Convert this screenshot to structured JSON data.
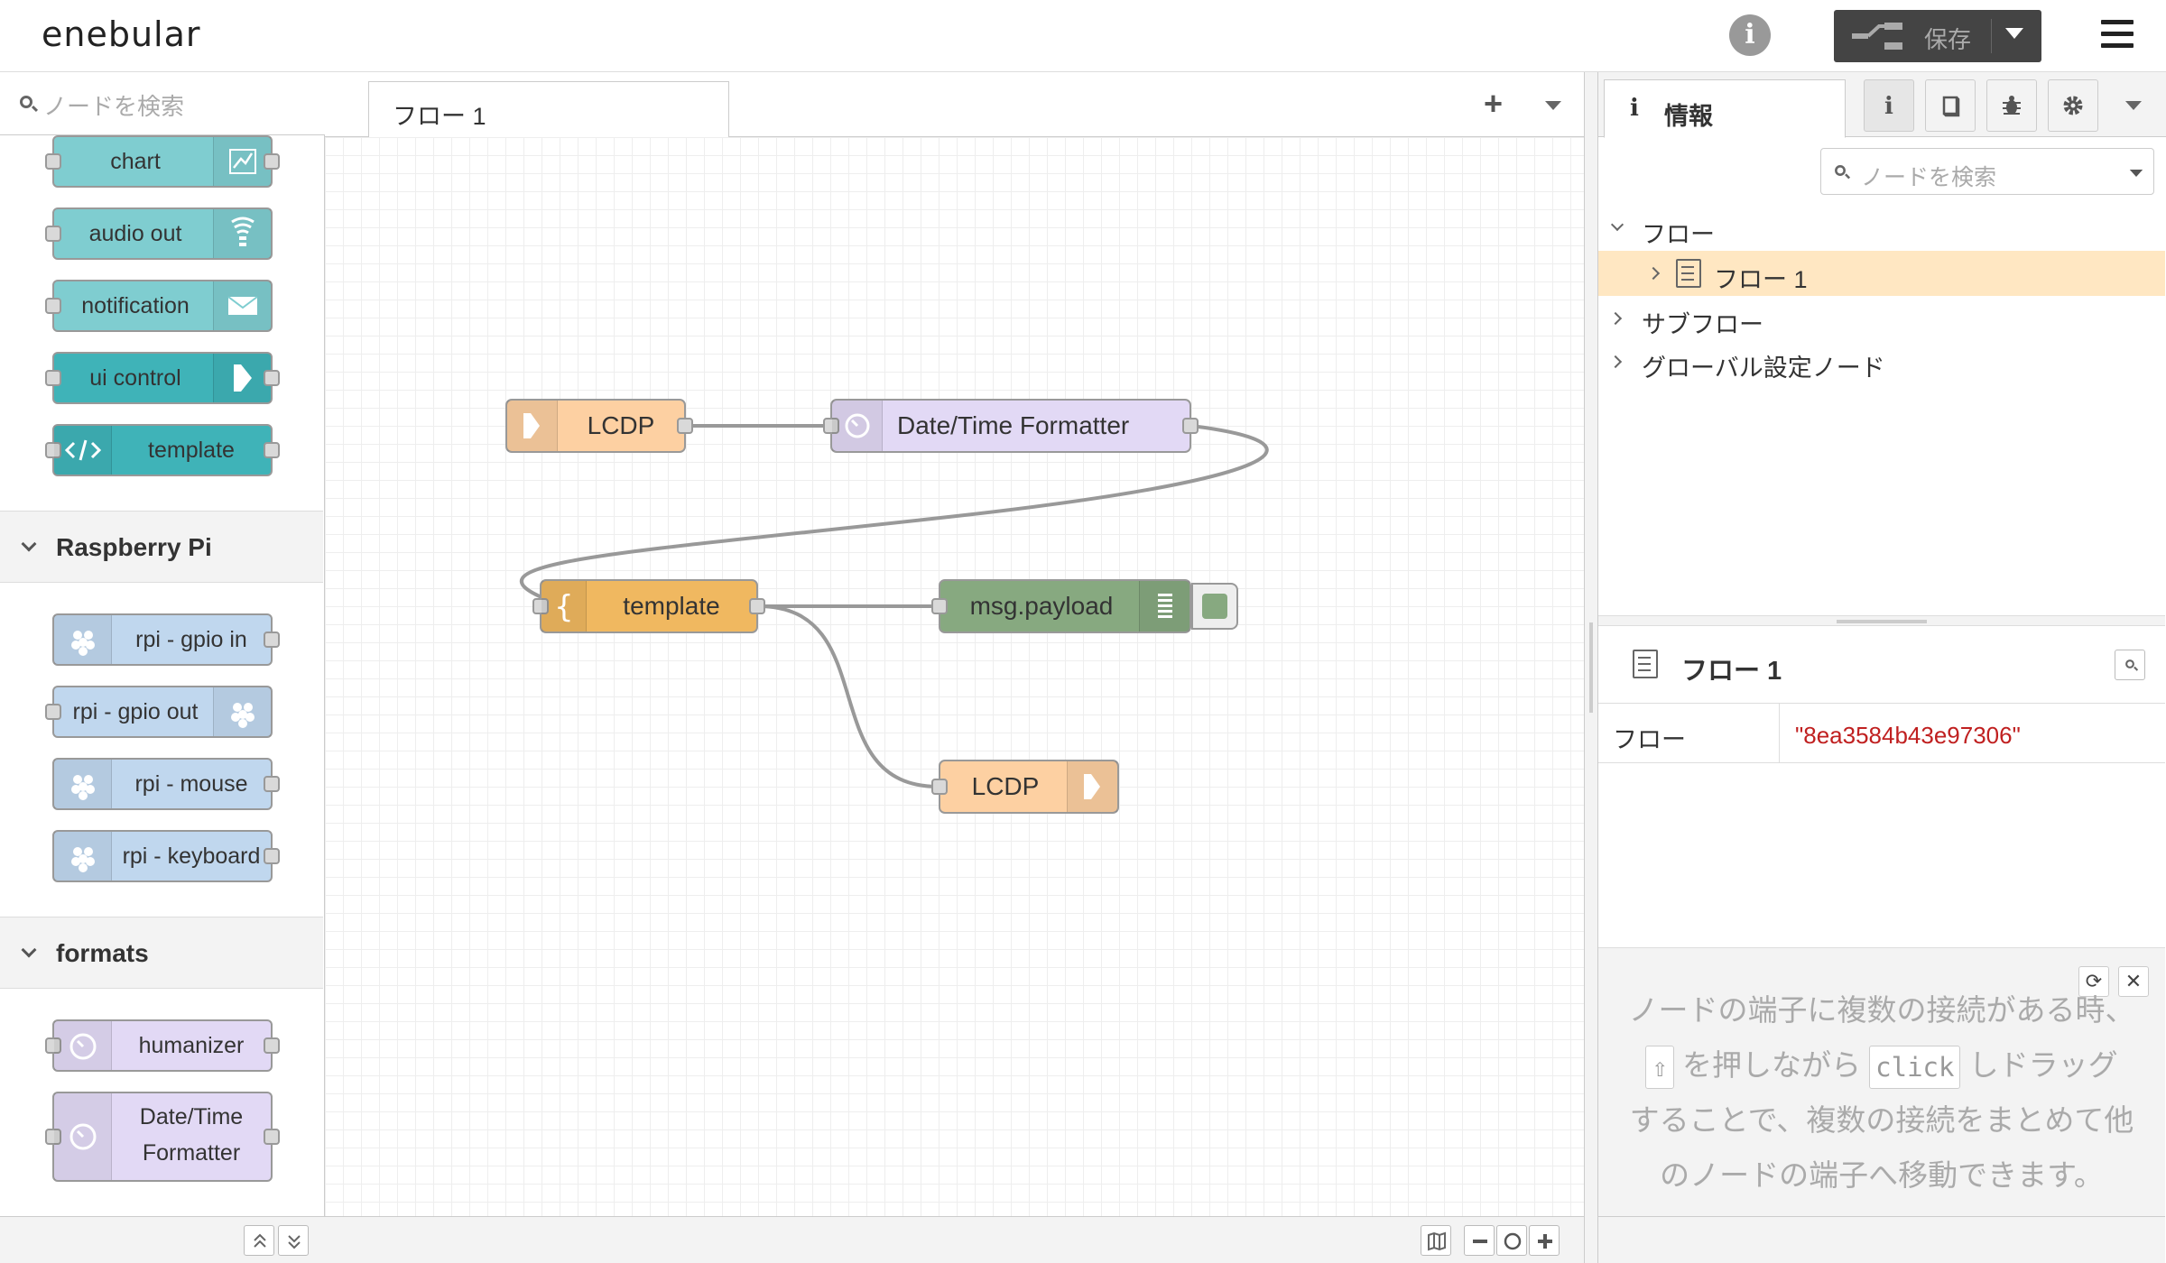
{
  "app": {
    "logo": "enebular"
  },
  "header": {
    "deploy_label": "保存"
  },
  "palette": {
    "search_placeholder": "ノードを検索",
    "top_nodes": [
      {
        "label": "chart",
        "icon": "chart-icon",
        "color": "#7fcdd0"
      },
      {
        "label": "audio out",
        "icon": "audio-icon",
        "color": "#7fcdd0"
      },
      {
        "label": "notification",
        "icon": "envelope-icon",
        "color": "#7fcdd0"
      },
      {
        "label": "ui control",
        "icon": "arrow-right-icon",
        "color": "#3fb3b8"
      },
      {
        "label": "template",
        "icon": "code-icon",
        "color": "#3fb3b8"
      }
    ],
    "categories": [
      {
        "label": "Raspberry Pi",
        "nodes": [
          "rpi - gpio in",
          "rpi - gpio out",
          "rpi - mouse",
          "rpi - keyboard"
        ]
      },
      {
        "label": "formats",
        "nodes": [
          "humanizer",
          "Date/Time",
          "Formatter"
        ]
      }
    ]
  },
  "workspace": {
    "tab_label": "フロー 1",
    "nodes": {
      "lcdp_in": "LCDP",
      "datetime": "Date/Time Formatter",
      "template": "template",
      "debug": "msg.payload",
      "lcdp_out": "LCDP"
    },
    "colors": {
      "lcdp": "#fdd0a2",
      "datetime": "#e2d9f5",
      "template": "#f0b860",
      "debug": "#87a980"
    }
  },
  "sidebar": {
    "tab_label": "情報",
    "search_placeholder": "ノードを検索",
    "tree": {
      "flows": "フロー",
      "flow1": "フロー 1",
      "subflows": "サブフロー",
      "global": "グローバル設定ノード"
    },
    "props": {
      "title": "フロー 1",
      "key": "フロー",
      "value": "\"8ea3584b43e97306\""
    },
    "tip": {
      "line1": "ノードの端子に複数の接続がある時、",
      "shift_key": "⇧",
      "part2": "を押しながら",
      "click_key": "click",
      "part3": "しドラッグ",
      "line3": "することで、複数の接続をまとめて他",
      "line4": "のノードの端子へ移動できます。"
    }
  }
}
